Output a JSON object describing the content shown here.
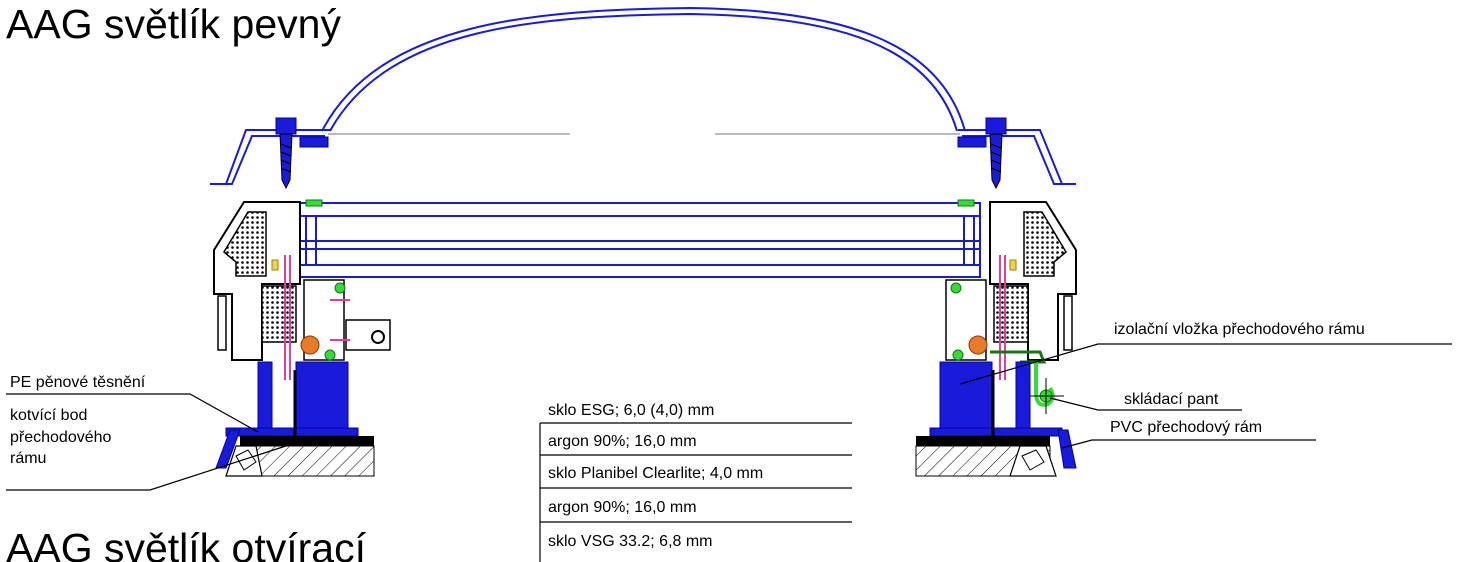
{
  "titles": {
    "fixed": "AAG světlík pevný",
    "opening": "AAG světlík otvírací"
  },
  "labels": {
    "pe_seal": "PE pěnové těsnění",
    "anchor_line1": "kotvící bod",
    "anchor_line2": "přechodového",
    "anchor_line3": "rámu",
    "insulation_insert": "izolační vložka přechodového rámu",
    "folding_hinge": "skládací pant",
    "pvc_frame": "PVC přechodový rám"
  },
  "glass_layers": [
    "sklo ESG; 6,0 (4,0) mm",
    "argon 90%; 16,0 mm",
    "sklo Planibel Clearlite; 4,0 mm",
    "argon 90%; 16,0 mm",
    "sklo VSG 33.2; 6,8 mm"
  ],
  "colors": {
    "profile_blue": "#1a1adb",
    "seal_green": "#33dd33",
    "screw_pink": "#e0409a",
    "bolt_orange": "#e87a2a"
  }
}
